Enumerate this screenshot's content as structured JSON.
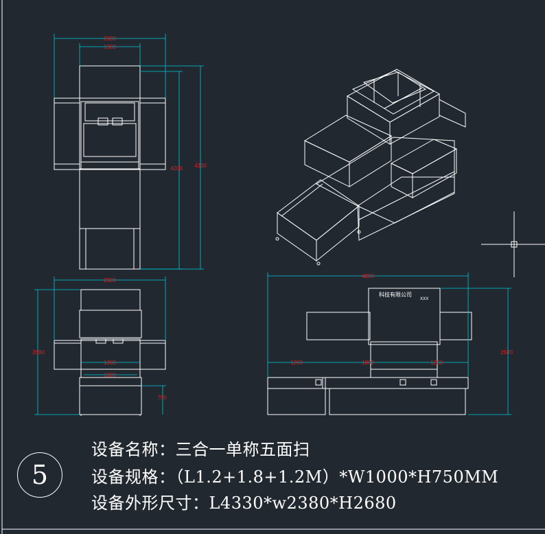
{
  "drawing": {
    "number": "5",
    "colors": {
      "background": "#212830",
      "lines": "#ffffff",
      "dimensions": "#00c8e0",
      "dim_text": "#e02020"
    },
    "top_view": {
      "width_outer": "2380",
      "width_inner": "1300",
      "length_inner": "4200",
      "length_outer": "4330"
    },
    "side_view": {
      "width_outer": "2380",
      "width_inner": "1300",
      "width_belt": "1000",
      "height": "2680",
      "height_table": "750"
    },
    "front_view": {
      "length": "4200",
      "seg_left": "1200",
      "seg_mid": "1800",
      "seg_right": "1200",
      "height": "2680",
      "label": "科技有限公司",
      "brand": "XXX"
    }
  },
  "info": {
    "name_line": "设备名称：三合一单称五面扫",
    "spec_line": "设备规格：（L1.2+1.8+1.2M）*W1000*H750MM",
    "size_line": "设备外形尺寸：L4330*w2380*H2680"
  }
}
